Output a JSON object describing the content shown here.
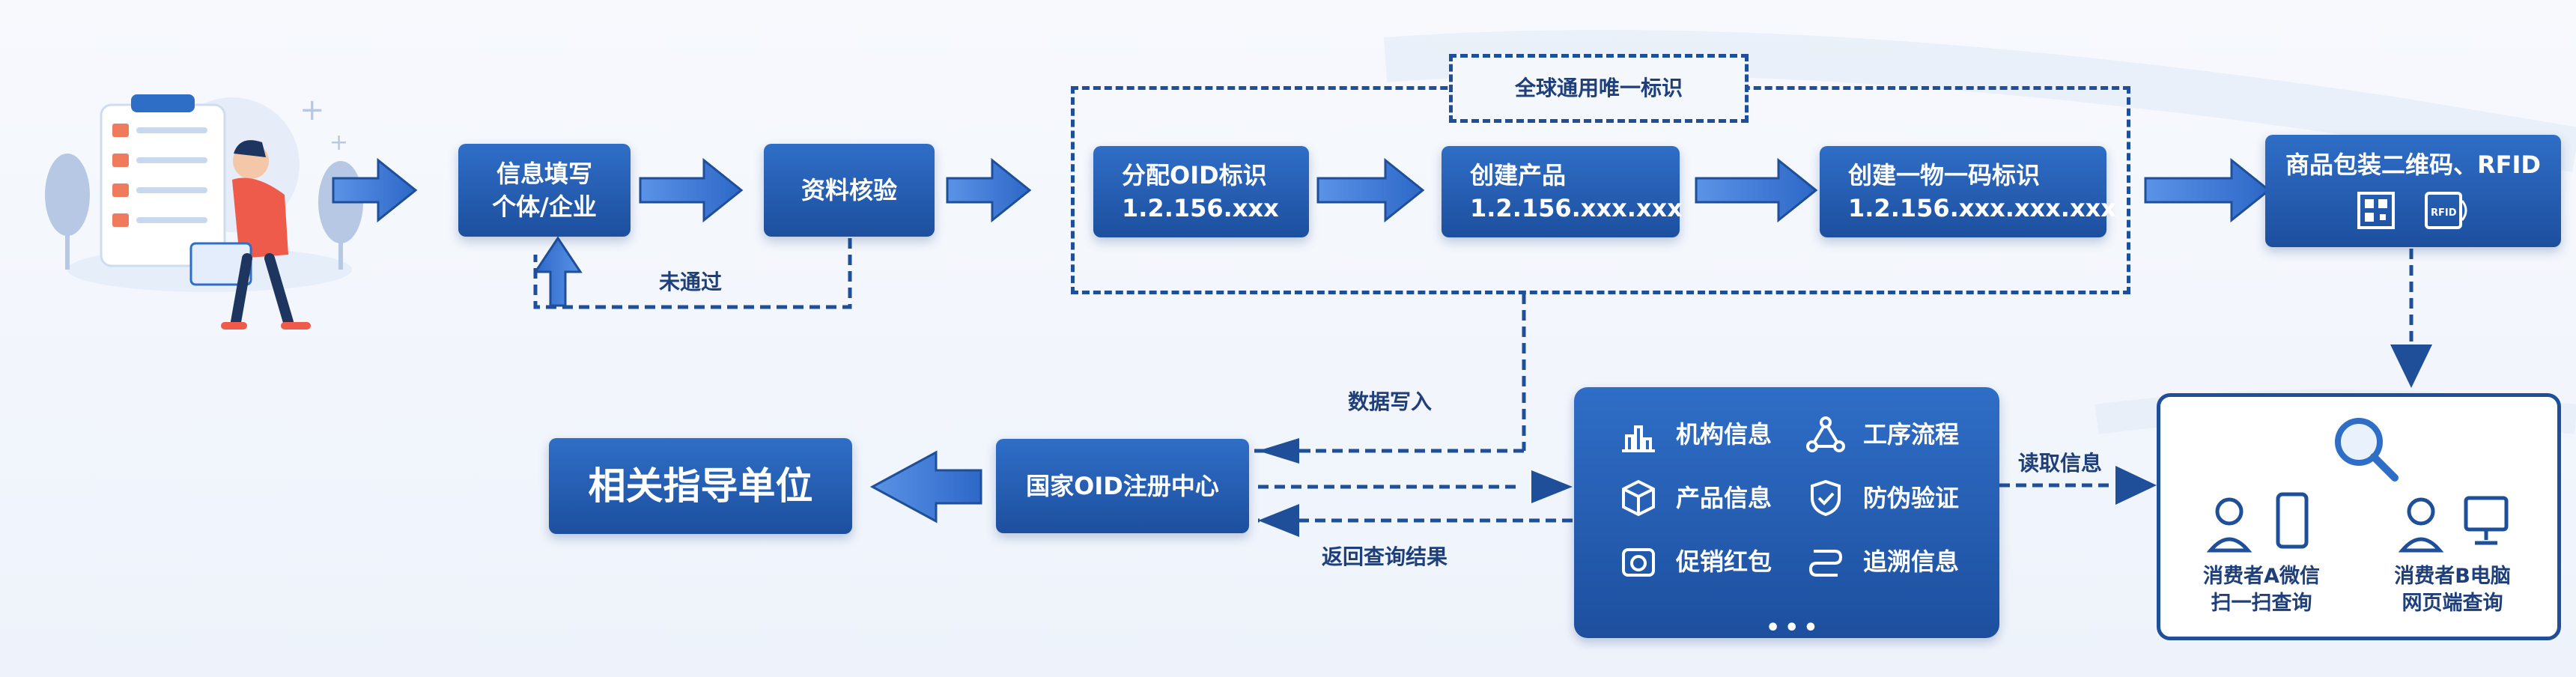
{
  "flow": {
    "fill_info": [
      "信息填写",
      "个体/企业"
    ],
    "review": "资料核验",
    "not_passed": "未通过",
    "global_id": "全球通用唯一标识",
    "assign_oid": [
      "分配OID标识",
      "1.2.156.xxx"
    ],
    "create_product": [
      "创建产品",
      "1.2.156.xxx.xxx"
    ],
    "create_code": [
      "创建一物一码标识",
      "1.2.156.xxx.xxx.xxx"
    ],
    "package": "商品包装二维码、RFID",
    "rfid_label": "RFID"
  },
  "bottom": {
    "guide_unit": "相关指导单位",
    "oid_center": "国家OID注册中心",
    "write_data": "数据写入",
    "query_result": "返回查询结果",
    "read_info": "读取信息"
  },
  "features": [
    {
      "icon": "bar-chart-icon",
      "label": "机构信息"
    },
    {
      "icon": "network-icon",
      "label": "工序流程"
    },
    {
      "icon": "box-icon",
      "label": "产品信息"
    },
    {
      "icon": "shield-check-icon",
      "label": "防伪验证"
    },
    {
      "icon": "camera-icon",
      "label": "促销红包"
    },
    {
      "icon": "trace-icon",
      "label": "追溯信息"
    }
  ],
  "consumers": {
    "a": [
      "消费者A微信",
      "扫一扫查询"
    ],
    "b": [
      "消费者B电脑",
      "网页端查询"
    ]
  },
  "colors": {
    "primary": "#1d4f9e",
    "accent": "#2f6ec7",
    "dark_text": "#1f3f7a"
  }
}
